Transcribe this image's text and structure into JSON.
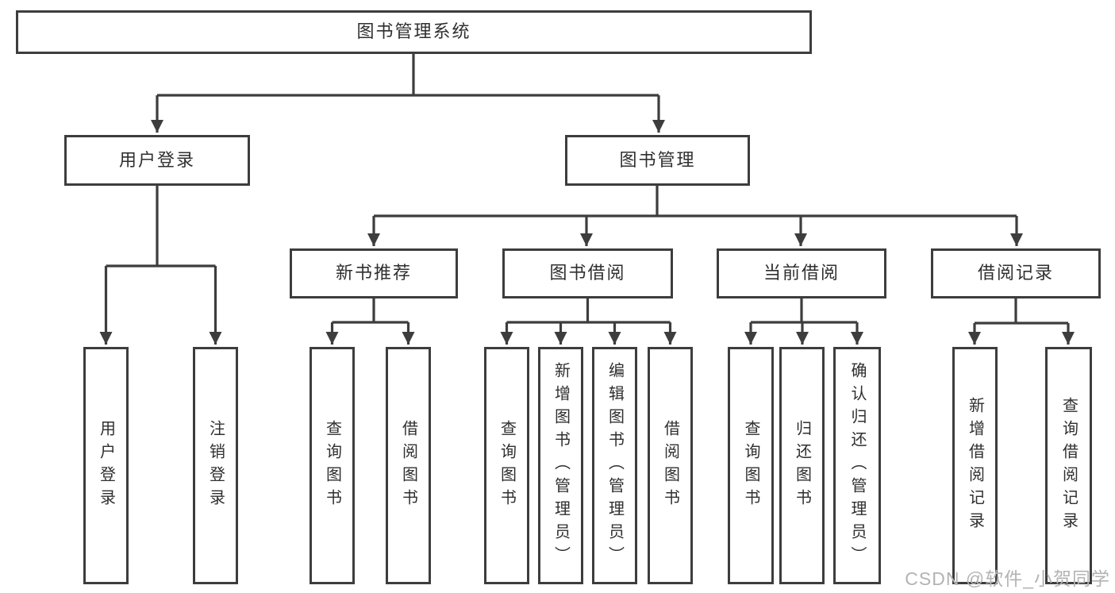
{
  "diagram": {
    "tree": {
      "label": "图书管理系统",
      "children": [
        {
          "label": "用户登录",
          "children": [
            {
              "label": "用户登录"
            },
            {
              "label": "注销登录"
            }
          ]
        },
        {
          "label": "图书管理",
          "children": [
            {
              "label": "新书推荐",
              "children": [
                {
                  "label": "查询图书"
                },
                {
                  "label": "借阅图书"
                }
              ]
            },
            {
              "label": "图书借阅",
              "children": [
                {
                  "label": "查询图书"
                },
                {
                  "label": "新增图书（管理员）"
                },
                {
                  "label": "编辑图书（管理员）"
                },
                {
                  "label": "借阅图书"
                }
              ]
            },
            {
              "label": "当前借阅",
              "children": [
                {
                  "label": "查询图书"
                },
                {
                  "label": "归还图书"
                },
                {
                  "label": "确认归还（管理员）"
                }
              ]
            },
            {
              "label": "借阅记录",
              "children": [
                {
                  "label": "新增借阅记录"
                },
                {
                  "label": "查询借阅记录"
                }
              ]
            }
          ]
        }
      ]
    }
  },
  "watermark": {
    "text": "CSDN @软件_小贺同学"
  },
  "colors": {
    "line_color": "#3d3d3d",
    "text_color": "#2f2f2f",
    "node_fill": "#ffffff",
    "background_color": "#ffffff",
    "watermark_color": "#b3b3b3"
  }
}
